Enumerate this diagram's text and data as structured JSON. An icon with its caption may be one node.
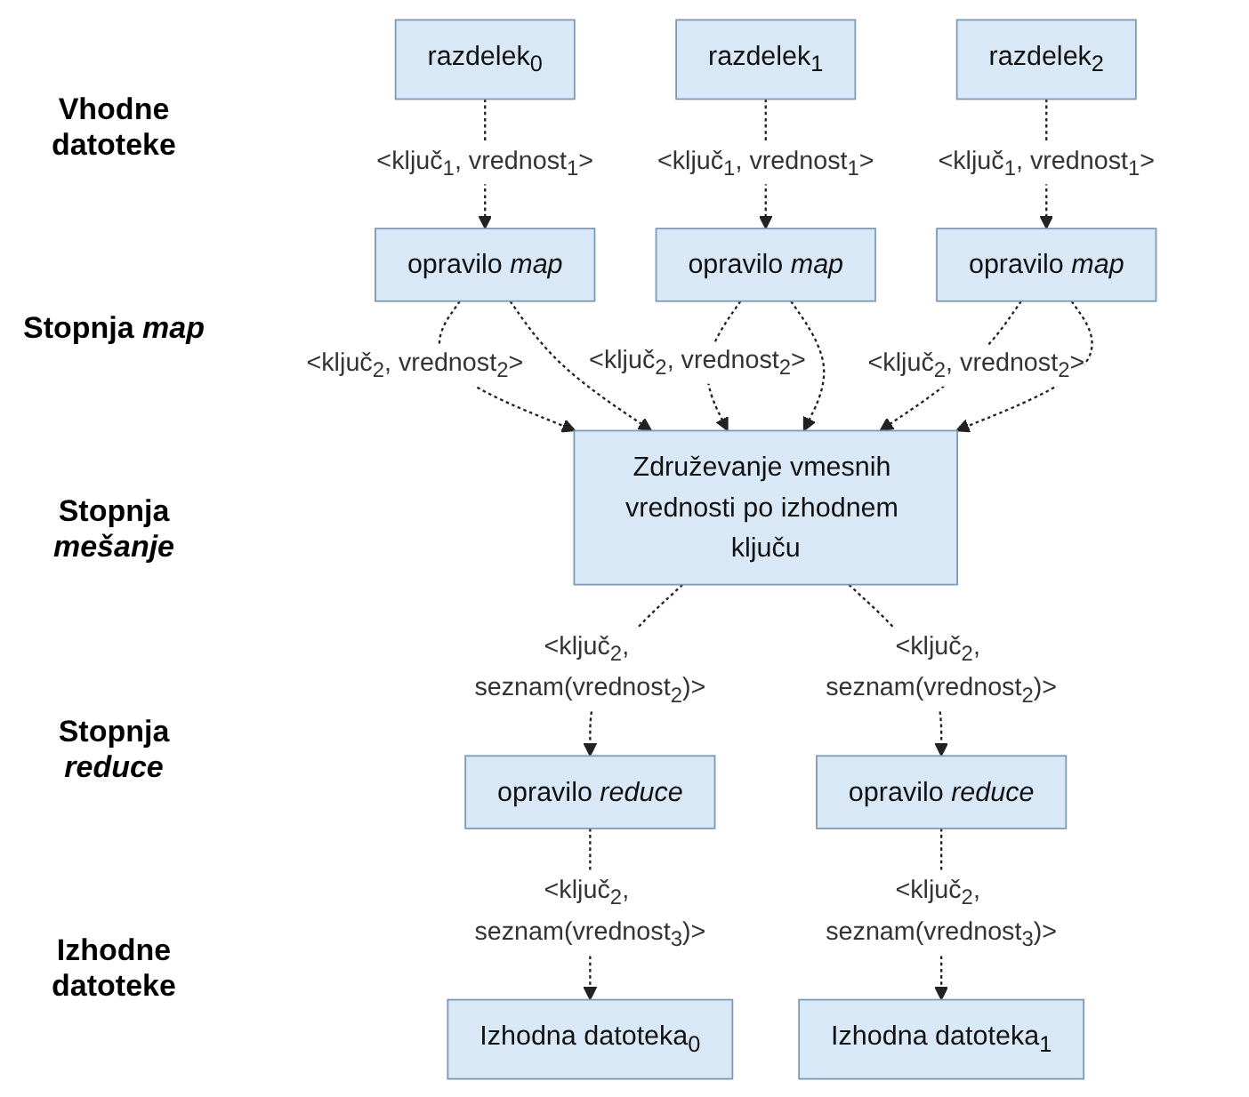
{
  "diagram": {
    "nodes": [
      {
        "text": [
          "razdelek$_{0}$"
        ]
      },
      {
        "text": [
          "razdelek$_{1}$"
        ]
      },
      {
        "text": [
          "razdelek$_{2}$"
        ]
      },
      {
        "text": [
          "opravilo *map*"
        ]
      },
      {
        "text": [
          "opravilo *map*"
        ]
      },
      {
        "text": [
          "opravilo *map*"
        ]
      },
      {
        "text": [
          "Združevanje vmesnih vrednosti po izhodnem ključu"
        ]
      },
      {
        "text": [
          "opravilo *reduce*"
        ]
      },
      {
        "text": [
          "opravilo *reduce*"
        ]
      },
      {
        "text": [
          "Izhodna datoteka$_{0}$"
        ]
      },
      {
        "text": [
          "Izhodna datoteka$_{1}$"
        ]
      }
    ],
    "edges": [
      {
        "from": 0,
        "to": 3,
        "arrow": "to",
        "style": "dashed",
        "label": "<ključ$_{1}$, vrednost$_{1}$>"
      },
      {
        "from": 1,
        "to": 4,
        "arrow": "to",
        "style": "dashed",
        "label": "<ključ$_{1}$, vrednost$_{1}$>"
      },
      {
        "from": 2,
        "to": 5,
        "arrow": "to",
        "style": "dashed",
        "label": "<ključ$_{1}$, vrednost$_{1}$>"
      },
      {
        "from": 3,
        "to": 6,
        "arrow": "to",
        "style": "dashed",
        "label": "<ključ$_{2}$, vrednost$_{2}$>"
      },
      {
        "from": 3,
        "to": 6,
        "arrow": "to",
        "style": "dashed"
      },
      {
        "from": 4,
        "to": 6,
        "arrow": "to",
        "style": "dashed",
        "label": "<ključ$_{2}$, vrednost$_{2}$>"
      },
      {
        "from": 4,
        "to": 6,
        "arrow": "to",
        "style": "dashed"
      },
      {
        "from": 5,
        "to": 6,
        "arrow": "to",
        "style": "dashed",
        "label": "<ključ$_{2}$, vrednost$_{2}$>"
      },
      {
        "from": 5,
        "to": 6,
        "arrow": "to",
        "style": "dashed"
      },
      {
        "from": 6,
        "to": 7,
        "arrow": "to",
        "style": "dashed",
        "label": "<ključ$_{2}$, seznam(vrednost$_{2}$)>"
      },
      {
        "from": 6,
        "to": 8,
        "arrow": "to",
        "style": "dashed",
        "label": "<ključ$_{2}$, seznam(vrednost$_{2}$)>"
      },
      {
        "from": 7,
        "to": 9,
        "arrow": "to",
        "style": "dashed",
        "label": "<ključ$_{2}$, seznam(vrednost$_{3}$)>"
      },
      {
        "from": 8,
        "to": 10,
        "arrow": "to",
        "style": "dashed",
        "label": "<ključ$_{2}$, seznam(vrednost$_{3}$)>"
      }
    ],
    "labels": [
      "Vhodne datoteke",
      "Stopnja *map*",
      "Stopnja *mešanje*",
      "Stopnja *reduce*",
      "Izhodne datoteke"
    ]
  }
}
